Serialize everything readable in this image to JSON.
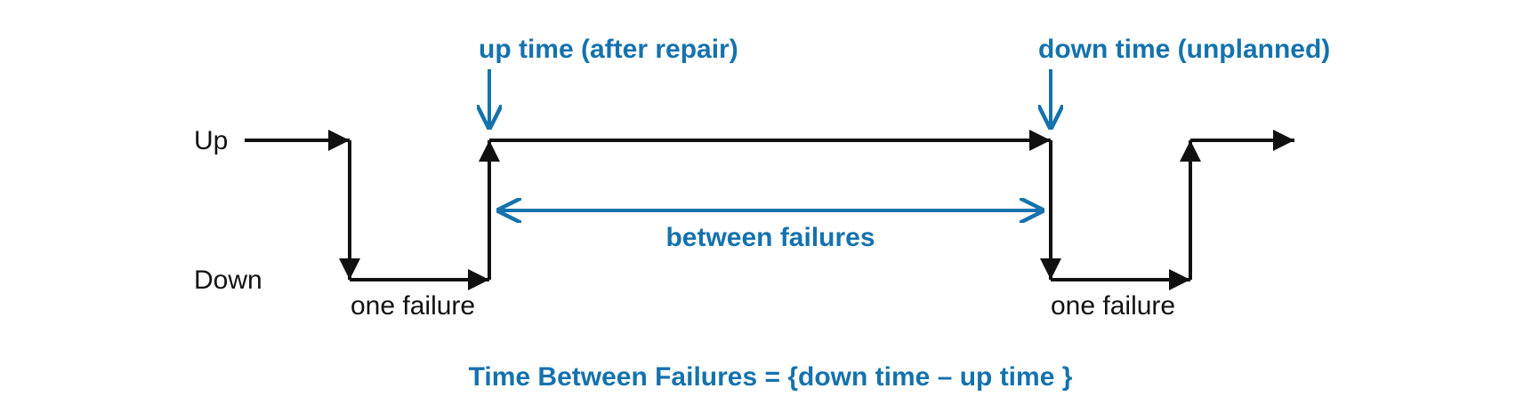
{
  "colors": {
    "accent": "#1572ad",
    "line": "#111111"
  },
  "states": {
    "up": "Up",
    "down": "Down"
  },
  "annotations": {
    "up_time": "up time (after repair)",
    "down_time": "down time (unplanned)",
    "between": "between failures",
    "failure_1": "one failure",
    "failure_2": "one failure"
  },
  "formula": "Time Between Failures = {down time – up time }"
}
